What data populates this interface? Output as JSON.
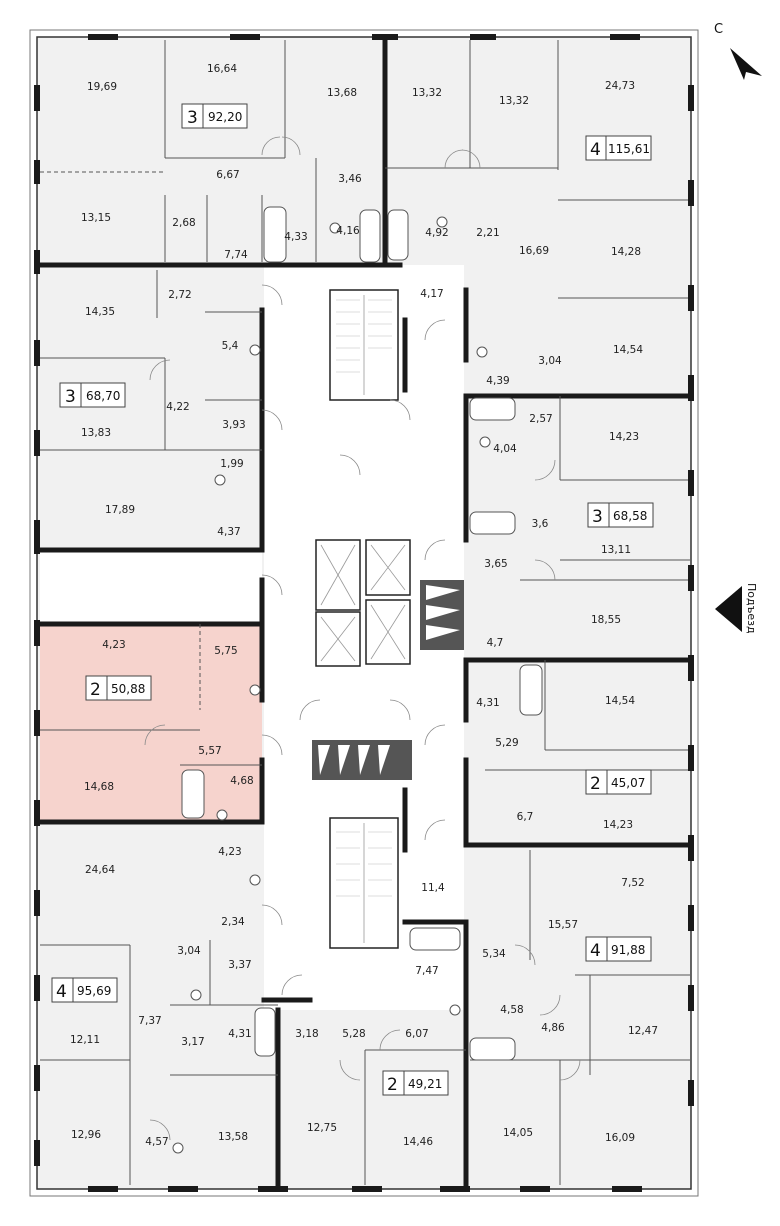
{
  "compass": {
    "north_label": "С",
    "icon": "north-arrow-icon"
  },
  "entrance": {
    "label": "Подъезд",
    "icon": "entrance-triangle-icon"
  },
  "apartments": [
    {
      "id": "a1",
      "rooms": "3",
      "area": "92,20"
    },
    {
      "id": "a2",
      "rooms": "4",
      "area": "115,61"
    },
    {
      "id": "a3",
      "rooms": "3",
      "area": "68,70"
    },
    {
      "id": "a4",
      "rooms": "3",
      "area": "68,58"
    },
    {
      "id": "a5",
      "rooms": "2",
      "area": "50,88",
      "highlighted": true
    },
    {
      "id": "a6",
      "rooms": "2",
      "area": "45,07"
    },
    {
      "id": "a7",
      "rooms": "4",
      "area": "91,88"
    },
    {
      "id": "a8",
      "rooms": "4",
      "area": "95,69"
    },
    {
      "id": "a9",
      "rooms": "2",
      "area": "49,21"
    }
  ],
  "rooms": [
    "19,69",
    "16,64",
    "13,68",
    "13,32",
    "13,32",
    "24,73",
    "6,67",
    "3,46",
    "13,15",
    "2,68",
    "7,74",
    "4,33",
    "4,16",
    "4,92",
    "2,21",
    "16,69",
    "14,28",
    "2,72",
    "14,35",
    "4,17",
    "5,4",
    "3,04",
    "14,54",
    "4,39",
    "4,22",
    "13,83",
    "3,93",
    "2,57",
    "14,23",
    "4,04",
    "1,99",
    "17,89",
    "4,37",
    "3,6",
    "13,11",
    "3,65",
    "18,55",
    "4,23",
    "5,75",
    "4,7",
    "4,31",
    "14,54",
    "5,57",
    "5,29",
    "14,68",
    "4,68",
    "6,7",
    "14,23",
    "24,64",
    "4,23",
    "7,52",
    "11,4",
    "15,57",
    "2,34",
    "5,34",
    "3,04",
    "3,37",
    "7,47",
    "7,37",
    "4,58",
    "4,86",
    "12,47",
    "12,11",
    "3,17",
    "4,31",
    "3,18",
    "5,28",
    "6,07",
    "12,96",
    "4,57",
    "13,58",
    "12,75",
    "14,46",
    "14,05",
    "16,09"
  ],
  "colors": {
    "highlight": "#f6d3cd",
    "room_fill": "#f1f1f1",
    "wall": "#1a1a1a"
  }
}
